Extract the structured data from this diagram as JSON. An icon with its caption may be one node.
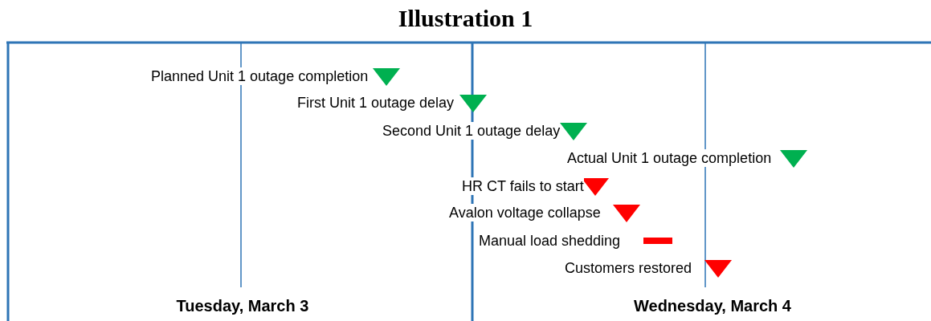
{
  "diagram": {
    "title": "Illustration 1",
    "labels": [
      "Planned Unit 1 outage completion",
      "First Unit 1 outage delay",
      "Second Unit 1 outage delay",
      "Actual Unit 1 outage completion",
      "HR CT fails to start",
      "Avalon voltage collapse",
      "Manual load shedding",
      "Customers restored",
      "Tuesday, March 3",
      "Wednesday, March 4"
    ]
  }
}
